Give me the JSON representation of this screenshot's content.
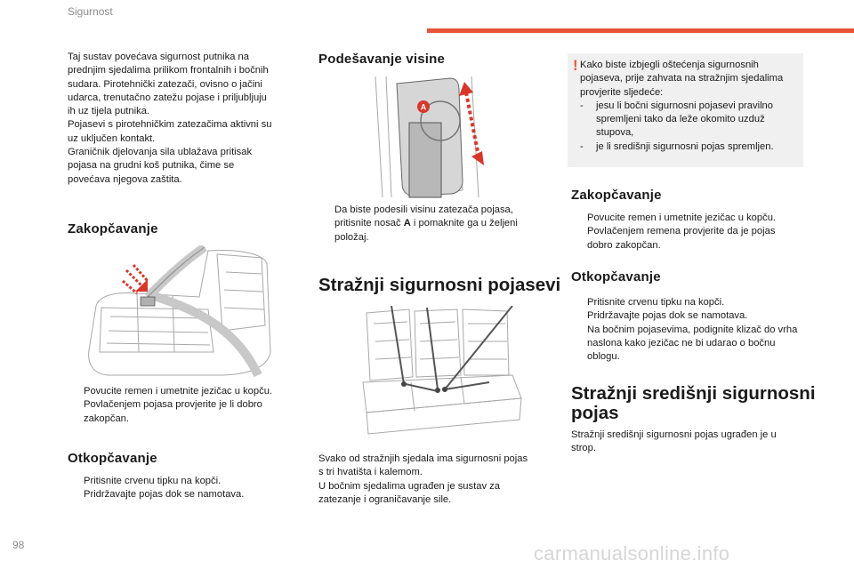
{
  "header": {
    "section": "Sigurnost",
    "page_number": "98",
    "accent": "#e8543a"
  },
  "watermark": "carmanualsonline.info",
  "bullet_glyph": "",
  "col1": {
    "intro": [
      "Taj sustav povećava sigurnost putnika na",
      "prednjim sjedalima prilikom frontalnih i bočnih",
      "sudara. Pirotehnički zatezači, ovisno o jačini",
      "udarca, trenutačno zatežu pojase i priljubljuju",
      "ih uz tijela putnika.",
      "Pojasevi s pirotehničkim zatezačima aktivni su",
      "uz uključen kontakt.",
      "Graničnik djelovanja sila ublažava pritisak",
      "pojasa na grudni koš putnika, čime se",
      "povećava njegova zaštita."
    ],
    "lock_title": "Zakopčavanje",
    "lock_items": [
      "Povucite remen i umetnite jezičac u kopču.",
      "Povlačenjem pojasa provjerite je li dobro zakopčan."
    ],
    "unlock_title": "Otkopčavanje",
    "unlock_items": [
      "Pritisnite crvenu tipku na kopči.",
      "Pridržavajte pojas dok se namotava."
    ]
  },
  "col2": {
    "height_title": "Podešavanje visine",
    "figure_label": "A",
    "height_item_a": "Da biste podesili visinu zatezača pojasa, pritisnite nosač ",
    "height_item_bold": "A",
    "height_item_b": " i pomaknite ga u željeni položaj.",
    "rear_title": "Stražnji sigurnosni pojasevi",
    "rear_text": [
      "Svako od stražnjih sjedala ima sigurnosni pojas",
      "s tri hvatišta i kalemom.",
      "U bočnim sjedalima ugrađen je sustav za",
      "zatezanje i ograničavanje sile."
    ]
  },
  "col3": {
    "warning_mark": "!",
    "warning_intro": "Kako biste izbjegli oštećenja sigurnosnih pojaseva, prije zahvata na stražnjim sjedalima provjerite sljedeće:",
    "warning_dash": "-",
    "warning_items": [
      "jesu li bočni sigurnosni pojasevi pravilno spremljeni tako da leže okomito uzduž stupova,",
      "je li središnji sigurnosni pojas spremljen."
    ],
    "lock_title": "Zakopčavanje",
    "lock_items": [
      "Povucite remen i umetnite jezičac u kopču.",
      "Povlačenjem remena provjerite da je pojas dobro zakopčan."
    ],
    "unlock_title": "Otkopčavanje",
    "unlock_items": [
      "Pritisnite crvenu tipku na kopči.",
      "Pridržavajte pojas dok se namotava.",
      "Na bočnim pojasevima, podignite klizač do vrha naslona kako jezičac ne bi udarao o bočnu oblogu."
    ],
    "center_title_1": "Stražnji središnji sigurnosni",
    "center_title_2": "pojas",
    "center_text": "Stražnji središnji sigurnosni pojas ugrađen je u strop."
  }
}
